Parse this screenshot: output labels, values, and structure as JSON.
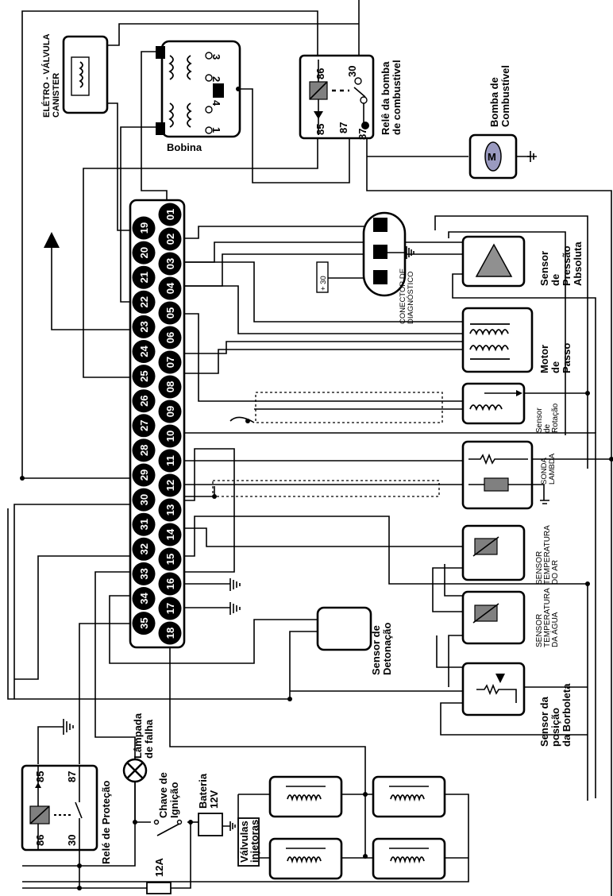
{
  "components": {
    "canister": {
      "label_lines": [
        "ELÉTRO - VÁLVULA",
        "CANISTER"
      ]
    },
    "coil": {
      "label": "Bobina",
      "terminals": [
        "3",
        "2",
        "4",
        "1"
      ]
    },
    "fuel_pump_relay": {
      "label_lines": [
        "Relê da bomba",
        "de combustivel"
      ],
      "terminals": [
        "86",
        "30",
        "85",
        "87",
        "87"
      ]
    },
    "fuel_pump": {
      "label_lines": [
        "Bomba de",
        "Combustível"
      ],
      "symbol": "M"
    },
    "diagnostic_connector": {
      "label_lines": [
        "CONECTOR DE",
        "DIAGNÓSTICO"
      ],
      "supply": "+ 30"
    },
    "map_sensor": {
      "label_lines": [
        "Sensor",
        "de",
        "Pressão",
        "Absoluta"
      ]
    },
    "idle_motor": {
      "label_lines": [
        "Motor",
        "de",
        "Passo"
      ]
    },
    "rpm_sensor": {
      "label_lines": [
        "Sensor",
        "de",
        "Rotação"
      ]
    },
    "lambda": {
      "label_lines": [
        "SONDA",
        "LAMBDA"
      ]
    },
    "air_temp": {
      "label_lines": [
        "SENSOR",
        "TEMPERATURA",
        "DO AR"
      ]
    },
    "water_temp": {
      "label_lines": [
        "SENSOR",
        "TEMPERATURA",
        "DA ÁGUA"
      ]
    },
    "knock_sensor": {
      "label_lines": [
        "Sensor de",
        "Detonação"
      ]
    },
    "throttle_sensor": {
      "label_lines": [
        "Sensor da",
        "posição",
        "da Borboleta"
      ]
    },
    "protection_relay": {
      "label": "Relé de Proteção",
      "terminals": [
        "85",
        "87",
        "86",
        "30"
      ]
    },
    "fault_lamp": {
      "label_lines": [
        "Lâmpada",
        "de falha"
      ]
    },
    "ignition_switch": {
      "label_lines": [
        "Chave de",
        "Ignição"
      ]
    },
    "battery": {
      "label_lines": [
        "Bateria",
        "12V"
      ]
    },
    "fuse": {
      "label": "12A"
    },
    "injectors": {
      "label_lines": [
        "Válvulas",
        "injetoras"
      ]
    }
  },
  "ecu": {
    "left_pins": [
      "19",
      "20",
      "21",
      "22",
      "23",
      "24",
      "25",
      "26",
      "27",
      "28",
      "29",
      "30",
      "31",
      "32",
      "33",
      "34",
      "35"
    ],
    "right_pins": [
      "01",
      "02",
      "03",
      "04",
      "05",
      "06",
      "07",
      "08",
      "09",
      "10",
      "11",
      "12",
      "13",
      "14",
      "15",
      "16",
      "17",
      "18"
    ]
  }
}
